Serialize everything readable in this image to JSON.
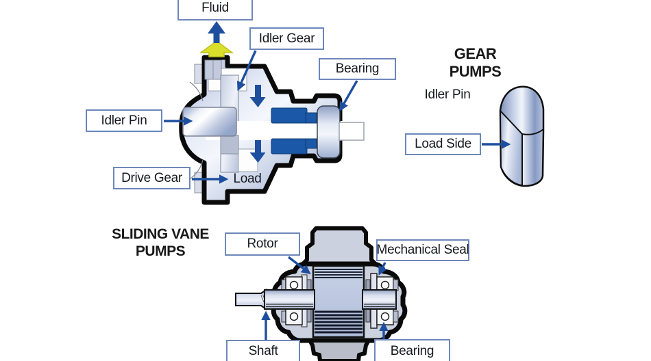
{
  "gear_pump_section": {
    "title": "GEAR PUMPS",
    "labels": {
      "fluid": "Fluid",
      "idler_gear": "Idler Gear",
      "bearing": "Bearing",
      "idler_pin": "Idler Pin",
      "drive_gear": "Drive Gear",
      "load": "Load"
    },
    "pin_detail": {
      "caption": "Idler Pin",
      "load_side": "Load Side"
    }
  },
  "sliding_vane_section": {
    "title": "SLIDING VANE PUMPS",
    "labels": {
      "rotor": "Rotor",
      "mechanical_seal": "Mechanical Seal",
      "shaft": "Shaft",
      "bearing": "Bearing"
    }
  },
  "colors": {
    "arrow_blue": "#1e4f9e",
    "component_blue": "#1b58a7",
    "outlet_yellow": "#d9df2b",
    "outlet_yellow_edge": "#bcc31d",
    "label_border": "#6d87ba",
    "label_text": "#16181f",
    "title_text": "#191919",
    "outline": "#0a0a0a"
  }
}
